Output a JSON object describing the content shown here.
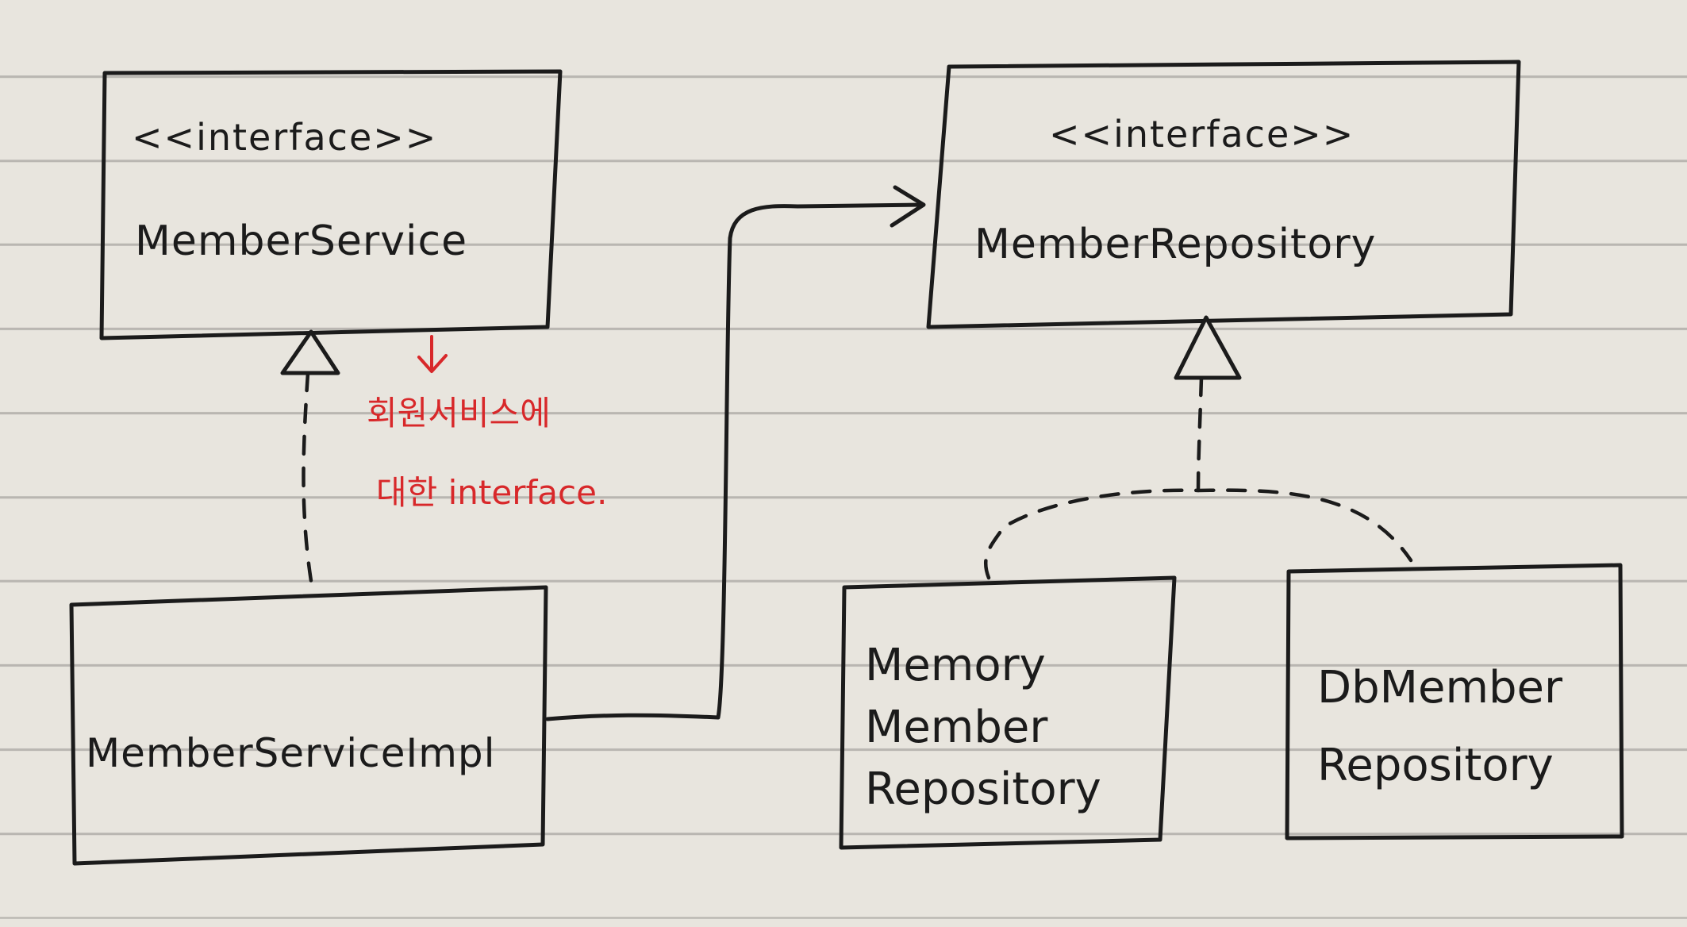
{
  "diagram": {
    "member_service": {
      "stereotype": "<<interface>>",
      "name": "MemberService"
    },
    "member_repository": {
      "stereotype": "<<interface>>",
      "name": "MemberRepository"
    },
    "member_service_impl": {
      "name": "MemberServiceImpl"
    },
    "memory_member_repository": {
      "name": "Memory\nMember\nRepository"
    },
    "db_member_repository": {
      "name": "DbMember\nRepository"
    },
    "note": {
      "line1": "회원서비스에",
      "line2": "대한 interface."
    },
    "colors": {
      "ink": "#1b1b1b",
      "note": "#d8282a",
      "paper": "#e8e5de",
      "ruled_line": "#b9b6b1"
    }
  }
}
